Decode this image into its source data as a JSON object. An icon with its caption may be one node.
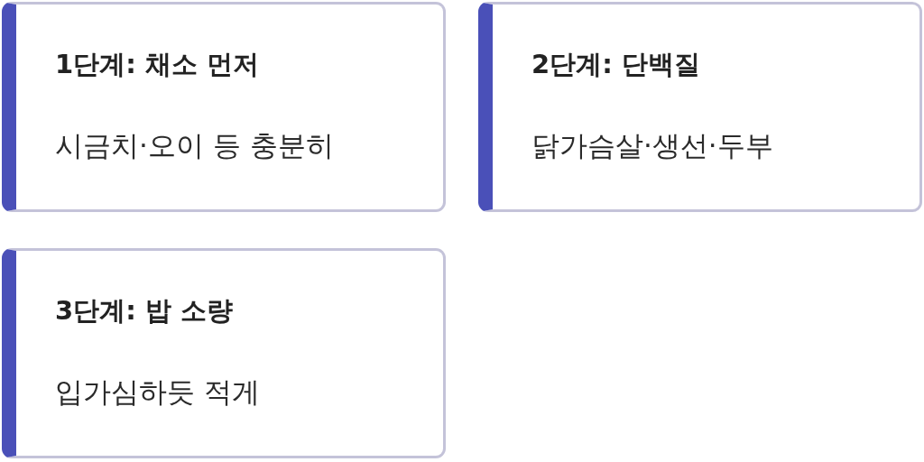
{
  "diagram": {
    "nodes": [
      {
        "text": [
          "1단계: 채소 먼저",
          "시금치·오이 등 충분히"
        ]
      },
      {
        "text": [
          "2단계: 단백질",
          "닭가슴살·생선·두부"
        ]
      },
      {
        "text": [
          "3단계: 밥 소량",
          "입가심하듯 적게"
        ]
      }
    ]
  }
}
